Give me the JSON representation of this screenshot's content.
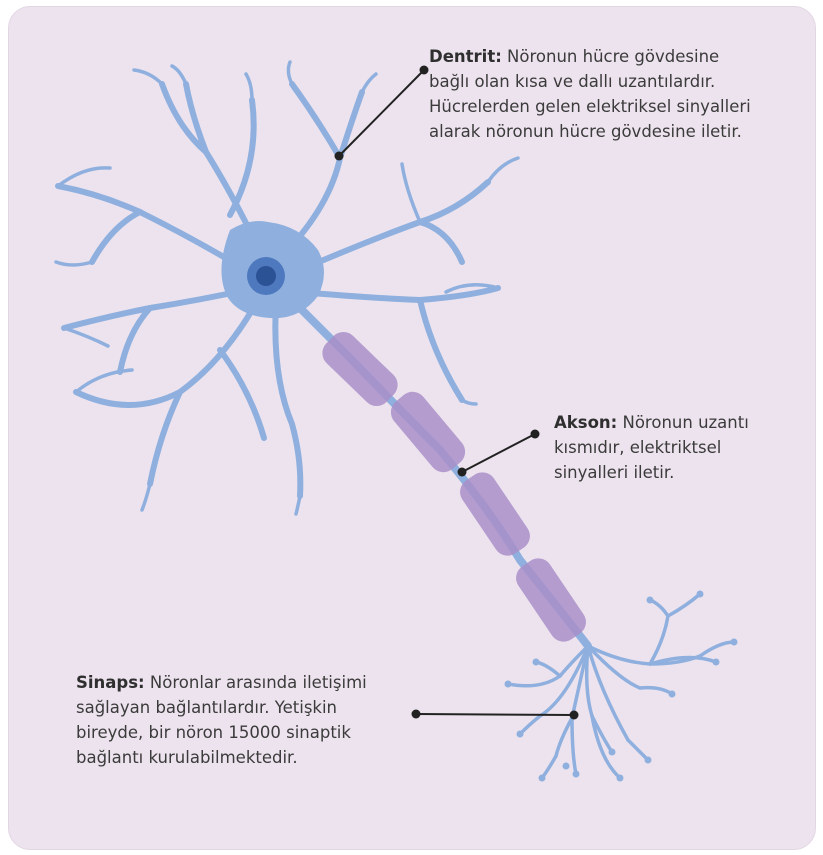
{
  "labels": {
    "dentrit": {
      "term": "Dentrit:",
      "line1": " Nöronun hücre gövdesine",
      "line2": "bağlı olan kısa ve dallı uzantılardır.",
      "line3": "Hücrelerden gelen elektriksel sinyalleri",
      "line4": "alarak nöronun hücre gövdesine iletir."
    },
    "akson": {
      "term": "Akson:",
      "line1": " Nöronun uzantı",
      "line2": "kısmıdır, elektriktsel",
      "line3": "sinyalleri iletir."
    },
    "sinaps": {
      "term": "Sinaps:",
      "line1": " Nöronlar arasında iletişimi",
      "line2": "sağlayan bağlantılardır. Yetişkin",
      "line3": "bireyde, bir nöron 15000 sinaptik",
      "line4": "bağlantı kurulabilmektedir."
    }
  },
  "colors": {
    "background": "#ede3ee",
    "neuron": "#8fb0de",
    "nucleus_outer": "#4f79bf",
    "nucleus_inner": "#2c5296",
    "myelin": "#a98fc9",
    "leader": "#222222",
    "text": "#3b3b3b"
  }
}
